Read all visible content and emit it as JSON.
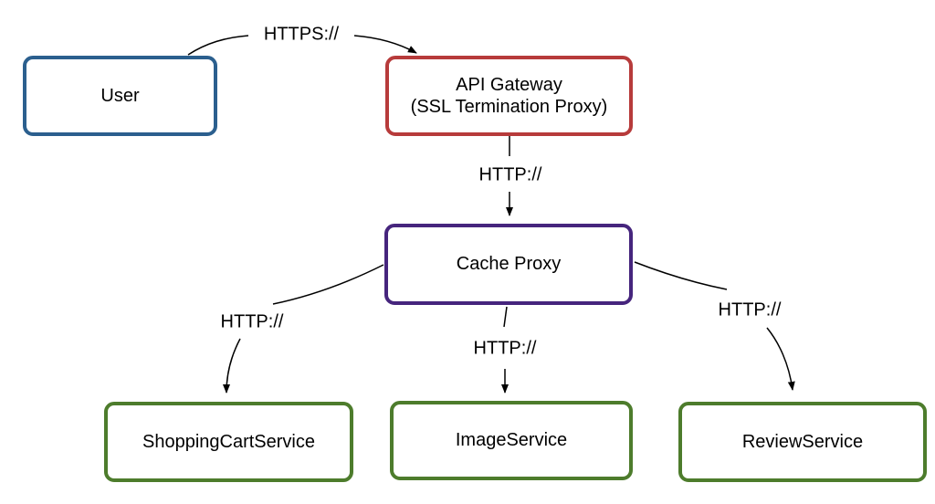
{
  "diagram": {
    "background_color": "#ffffff",
    "edge_color": "#000000",
    "text_color": "#000000",
    "nodes": [
      {
        "id": "user",
        "label": "User",
        "border_color": "#2b5f8e"
      },
      {
        "id": "api-gateway",
        "label": "API Gateway",
        "sublabel": "(SSL Termination Proxy)",
        "border_color": "#b73b3b"
      },
      {
        "id": "cache-proxy",
        "label": "Cache Proxy",
        "border_color": "#46257d"
      },
      {
        "id": "shopping-cart-service",
        "label": "ShoppingCartService",
        "border_color": "#4d7c2c"
      },
      {
        "id": "image-service",
        "label": "ImageService",
        "border_color": "#4d7c2c"
      },
      {
        "id": "review-service",
        "label": "ReviewService",
        "border_color": "#4d7c2c"
      }
    ],
    "edges": [
      {
        "from": "user",
        "to": "api-gateway",
        "label": "HTTPS://"
      },
      {
        "from": "api-gateway",
        "to": "cache-proxy",
        "label": "HTTP://"
      },
      {
        "from": "cache-proxy",
        "to": "shopping-cart-service",
        "label": "HTTP://"
      },
      {
        "from": "cache-proxy",
        "to": "image-service",
        "label": "HTTP://"
      },
      {
        "from": "cache-proxy",
        "to": "review-service",
        "label": "HTTP://"
      }
    ]
  }
}
